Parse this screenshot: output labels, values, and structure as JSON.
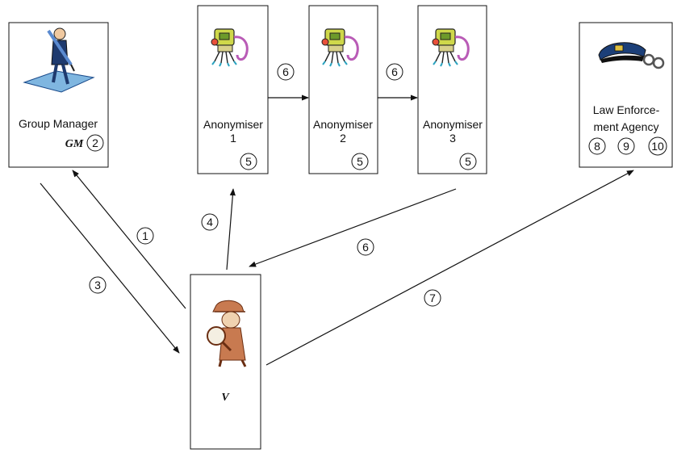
{
  "nodes": {
    "group_manager": {
      "label": "Group Manager",
      "abbrev": "GM",
      "steps": [
        "2"
      ]
    },
    "anonymisers": [
      {
        "label": "Anonymiser",
        "index": "1",
        "steps": [
          "5"
        ]
      },
      {
        "label": "Anonymiser",
        "index": "2",
        "steps": [
          "5"
        ]
      },
      {
        "label": "Anonymiser",
        "index": "3",
        "steps": [
          "5"
        ]
      }
    ],
    "law_enforcement": {
      "label_line1": "Law Enforce-",
      "label_line2": "ment Agency",
      "steps": [
        "8",
        "9",
        "10"
      ]
    },
    "vehicle": {
      "label": "V"
    }
  },
  "edge_labels": {
    "vehicle_to_gm": "1",
    "gm_to_vehicle": "3",
    "vehicle_to_anon1": "4",
    "anon1_to_anon2": "6",
    "anon2_to_anon3": "6",
    "anon3_to_vehicle": "6",
    "vehicle_to_lea": "7"
  },
  "icons": {
    "group_manager": "businessman-with-pen-icon",
    "anonymiser": "robot-arm-icon",
    "law_enforcement": "police-cap-handcuffs-icon",
    "vehicle": "detective-magnifier-icon"
  }
}
